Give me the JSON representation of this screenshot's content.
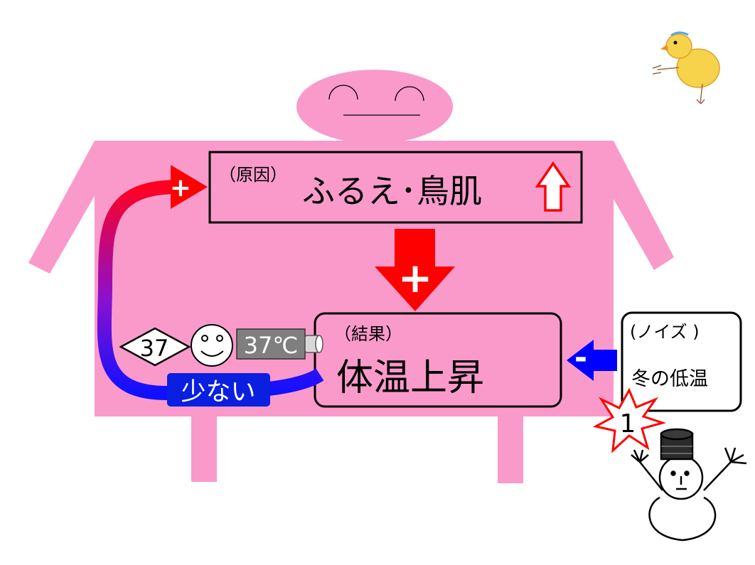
{
  "cause": {
    "prefix": "（原因）",
    "text": "ふるえ･鳥肌"
  },
  "result": {
    "prefix": "（結果）",
    "text": "体温上昇"
  },
  "noise": {
    "prefix": "(ノイズ )",
    "text": "冬の低温"
  },
  "feedback": {
    "label": "少ない",
    "diamond_value": "37",
    "thermometer_reading": "37℃"
  },
  "signs": {
    "plus": "+",
    "minus": "-"
  },
  "burst": {
    "value": "1"
  },
  "colors": {
    "body": "#f99acb",
    "box_stroke": "#000000",
    "red": "#ff0000",
    "blue": "#0000ff",
    "label_blue": "#0a1fe0",
    "thermo_gray": "#7f7f7f"
  },
  "icons": [
    "pink-body-figure",
    "chick-icon",
    "snowman-icon",
    "smiley-icon",
    "thermometer-icon",
    "up-arrow-icon",
    "down-arrow-icon",
    "left-arrow-icon",
    "burst-icon"
  ]
}
